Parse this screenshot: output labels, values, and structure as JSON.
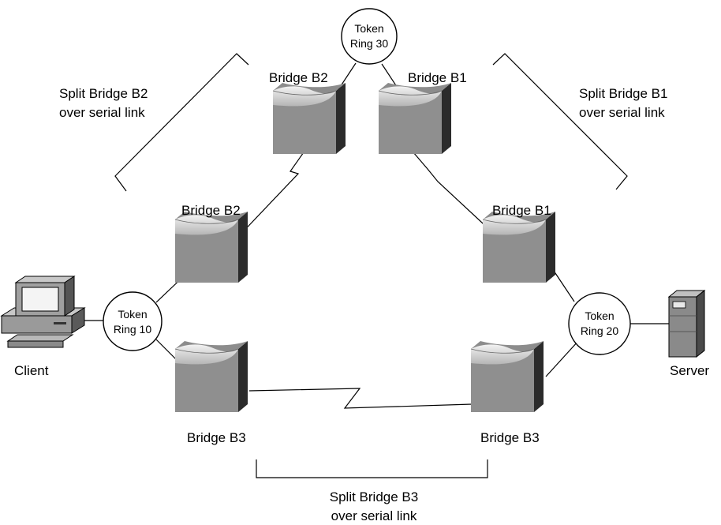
{
  "rings": [
    {
      "id": "ring30",
      "line1": "Token",
      "line2": "Ring 30"
    },
    {
      "id": "ring10",
      "line1": "Token",
      "line2": "Ring 10"
    },
    {
      "id": "ring20",
      "line1": "Token",
      "line2": "Ring 20"
    }
  ],
  "bridges": {
    "b2_top": "Bridge B2",
    "b1_top": "Bridge B1",
    "b2_left": "Bridge B2",
    "b1_right": "Bridge B1",
    "b3_left": "Bridge B3",
    "b3_right": "Bridge B3"
  },
  "splits": {
    "b2": {
      "line1": "Split Bridge B2",
      "line2": "over serial link"
    },
    "b1": {
      "line1": "Split Bridge B1",
      "line2": "over serial link"
    },
    "b3": {
      "line1": "Split Bridge B3",
      "line2": "over serial link"
    }
  },
  "hosts": {
    "client": "Client",
    "server": "Server"
  }
}
